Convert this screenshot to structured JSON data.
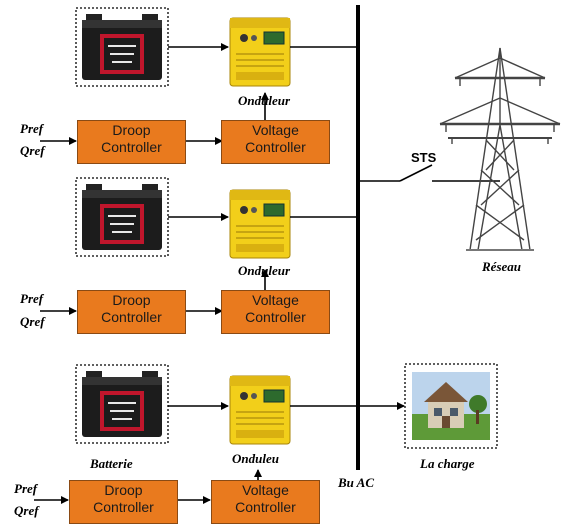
{
  "inputs": {
    "pref": "Pref",
    "qref": "Qref"
  },
  "controllers": {
    "droop_line1": "Droop",
    "droop_line2": "Controller",
    "voltage_line1": "Voltage",
    "voltage_line2": "Controller"
  },
  "labels": {
    "inverter": "Onduleur",
    "inverter_bottom": "Onduleu",
    "battery": "Batterie",
    "bus": "Bu AC",
    "grid": "Réseau",
    "load": "La charge",
    "sts": "STS"
  },
  "icons": {
    "battery": "battery-icon",
    "inverter": "inverter-icon",
    "tower": "transmission-tower-icon",
    "house": "house-icon"
  },
  "colors": {
    "controller_fill": "#e97a1e",
    "inverter_fill": "#f2cf1a",
    "battery_body": "#1c1c1c",
    "battery_label": "#c0162c"
  }
}
